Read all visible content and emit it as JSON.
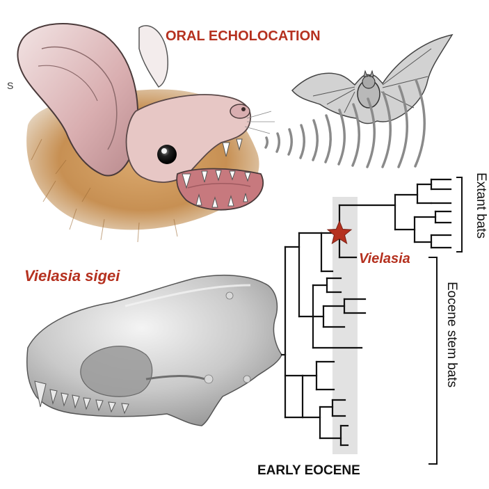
{
  "title": "ORAL ECHOLOCATION",
  "species_name": "Vielasia sigei",
  "clade_label": "Vielasia",
  "extant_label": "Extant bats",
  "stem_label": "Eocene stem bats",
  "period_label": "EARLY EOCENE",
  "illustrator_mark": "S",
  "icons": {
    "bat_head": "bat-head-illustration-icon",
    "flying_bat": "flying-bat-icon",
    "sound_waves": "echolocation-waves-icon",
    "skull": "fossil-skull-render-icon",
    "star": "star-icon",
    "tree": "phylogenetic-tree-icon"
  },
  "colors": {
    "accent_red": "#b5311f",
    "fur_orange": "#c98a3e",
    "skin_pink": "#e8c3c3",
    "skull_gray": "#c9c9c9",
    "band_gray": "#e2e2e2"
  }
}
